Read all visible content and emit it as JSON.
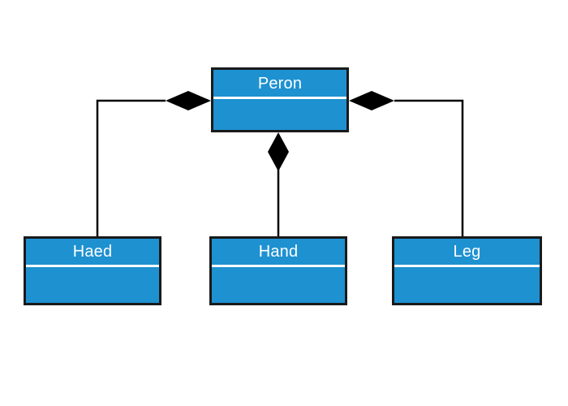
{
  "diagram": {
    "type": "uml-class-diagram",
    "relationship": "composition",
    "background_color": "#ffffff",
    "class_fill_color": "#1e91d1",
    "class_border_color": "#1a1a1a",
    "class_text_color": "#ffffff",
    "divider_color": "#ffffff",
    "connector_color": "#000000",
    "diamond_color": "#000000",
    "classes": [
      {
        "id": "peron",
        "name": "Peron",
        "role": "whole",
        "attributes": [],
        "operations": []
      },
      {
        "id": "haed",
        "name": "Haed",
        "role": "part",
        "attributes": [],
        "operations": []
      },
      {
        "id": "hand",
        "name": "Hand",
        "role": "part",
        "attributes": [],
        "operations": []
      },
      {
        "id": "leg",
        "name": "Leg",
        "role": "part",
        "attributes": [],
        "operations": []
      }
    ],
    "connections": [
      {
        "id": "peron-haed",
        "from": "peron",
        "to": "haed",
        "kind": "composition",
        "diamond_at": "peron",
        "diamond_orientation": "horizontal",
        "diamond_side": "left",
        "routing": "orthogonal"
      },
      {
        "id": "peron-hand",
        "from": "peron",
        "to": "hand",
        "kind": "composition",
        "diamond_at": "peron",
        "diamond_orientation": "vertical",
        "diamond_side": "bottom",
        "routing": "straight"
      },
      {
        "id": "peron-leg",
        "from": "peron",
        "to": "leg",
        "kind": "composition",
        "diamond_at": "peron",
        "diamond_orientation": "horizontal",
        "diamond_side": "right",
        "routing": "orthogonal"
      }
    ]
  }
}
